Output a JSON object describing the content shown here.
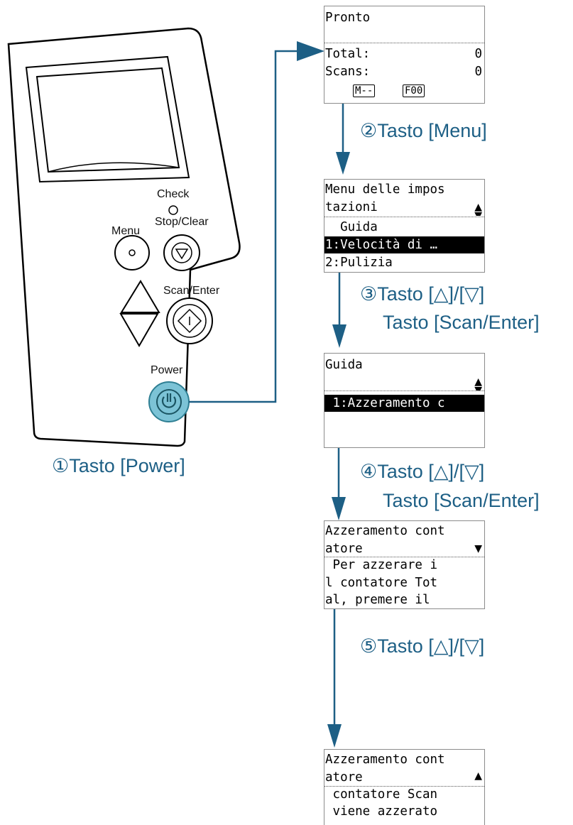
{
  "panel": {
    "check_label": "Check",
    "menu_label": "Menu",
    "stop_clear_label": "Stop/Clear",
    "scan_enter_label": "Scan/Enter",
    "power_label": "Power"
  },
  "steps": {
    "step1": "①Tasto [Power]",
    "step2": "②Tasto [Menu]",
    "step3_line1": "③Tasto [△]/[▽]",
    "step3_line2": "Tasto [Scan/Enter]",
    "step4_line1": "④Tasto [△]/[▽]",
    "step4_line2": "Tasto [Scan/Enter]",
    "step5": "⑤Tasto [△]/[▽]"
  },
  "screens": {
    "s1": {
      "title": "Pronto",
      "total_label": "Total:",
      "total_value": "0",
      "scans_label": "Scans:",
      "scans_value": "0",
      "mode_badge": "M--",
      "func_badge": "F00"
    },
    "s2": {
      "line1": "Menu delle impos",
      "line2": "tazioni",
      "item_guide": "  Guida",
      "item_1": "1:Velocità di …",
      "item_2": "2:Pulizia"
    },
    "s3": {
      "title": "Guida",
      "item_1": " 1:Azzeramento c"
    },
    "s4": {
      "line1": "Azzeramento cont",
      "line2": "atore",
      "body1": " Per azzerare i",
      "body2": "l contatore Tot",
      "body3": "al, premere il"
    },
    "s5": {
      "line1": "Azzeramento cont",
      "line2": "atore",
      "body1": " contatore Scan",
      "body2": " viene azzerato",
      "body3": "."
    }
  },
  "colors": {
    "accent": "#1d5f85",
    "power_button": "#7cc3d6"
  }
}
